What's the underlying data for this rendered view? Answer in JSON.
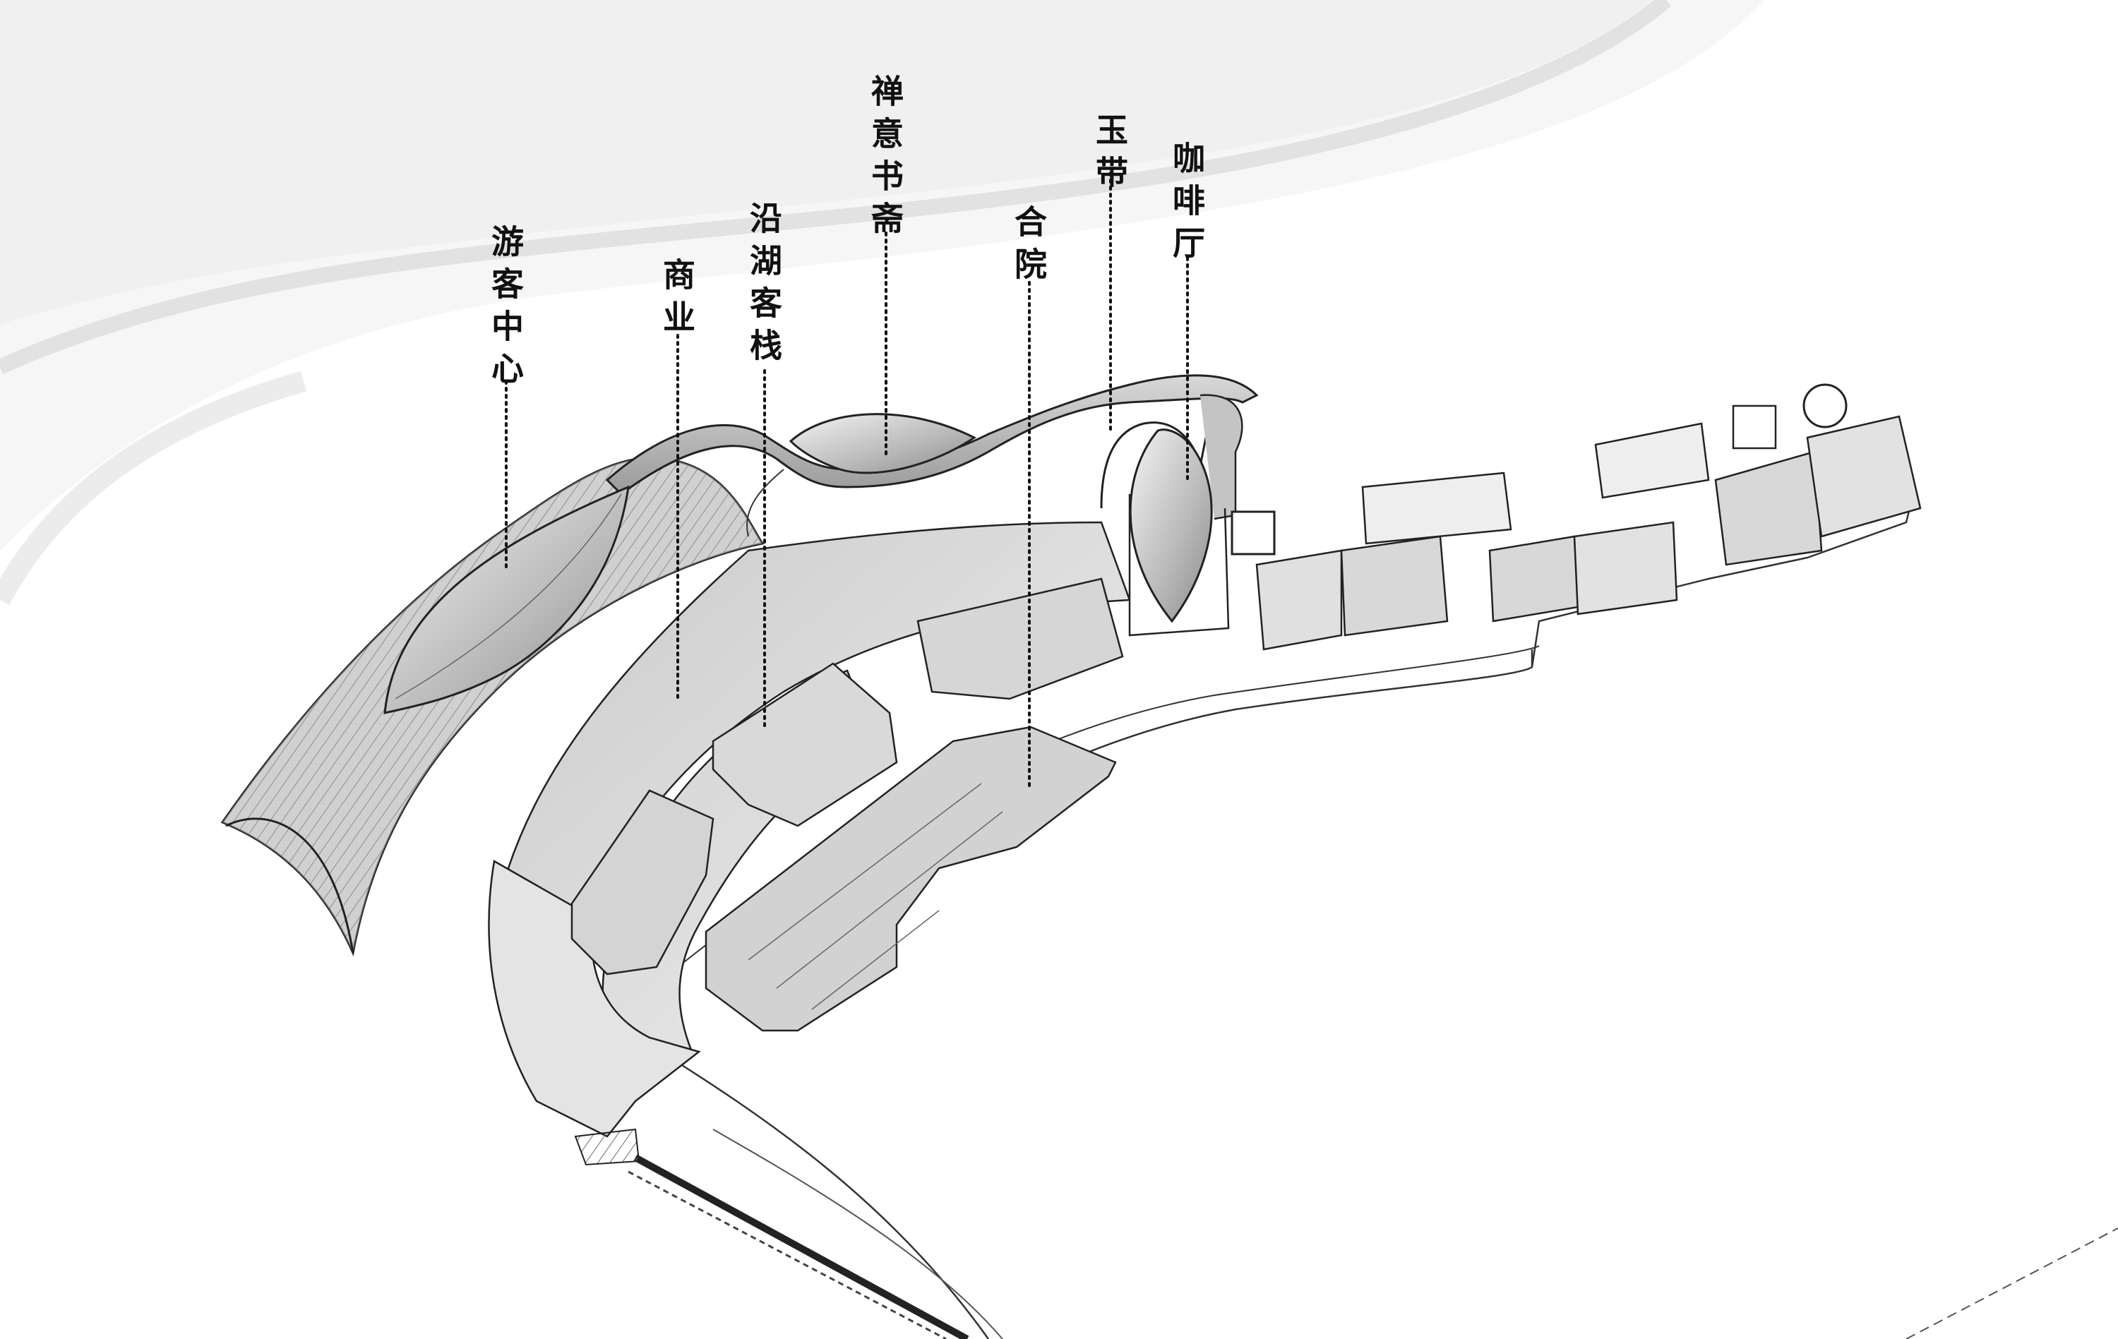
{
  "labels": {
    "visitor_center": "游客中心",
    "commerce": "商业",
    "lakeside_inn": "沿湖客栈",
    "zen_study": "禅意书斋",
    "courtyard": "合院",
    "jade_belt": "玉带",
    "cafe": "咖啡厅"
  },
  "colors": {
    "background": "#ffffff",
    "lake_band": "#eeeeee",
    "building_fill": "#d6d6d6",
    "roof_fill": "#bdbdbd",
    "line": "#222222",
    "leader": "#111111"
  }
}
